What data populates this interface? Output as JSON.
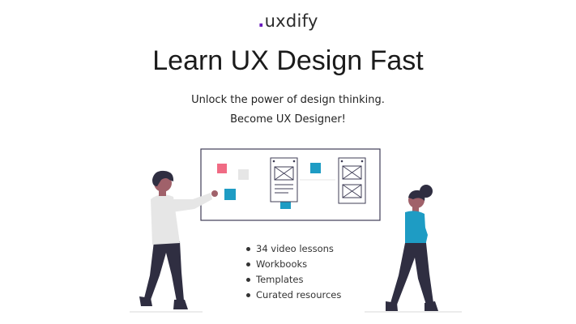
{
  "brand": {
    "dot": ".",
    "name": "uxdify"
  },
  "hero": {
    "title": "Learn UX Design Fast",
    "subtitle_line1": "Unlock the power of design thinking.",
    "subtitle_line2": "Become UX Designer!"
  },
  "features": [
    "34 video lessons",
    "Workbooks",
    "Templates",
    "Curated resources"
  ],
  "colors": {
    "brand_dot": "#6a1bbd",
    "sticky_pink": "#f06b84",
    "sticky_teal": "#1e9cc4",
    "shirt_light": "#e6e6e6",
    "shirt_teal": "#1e9cc4",
    "pants_dark": "#2f2e41",
    "skin": "#a0616a"
  }
}
